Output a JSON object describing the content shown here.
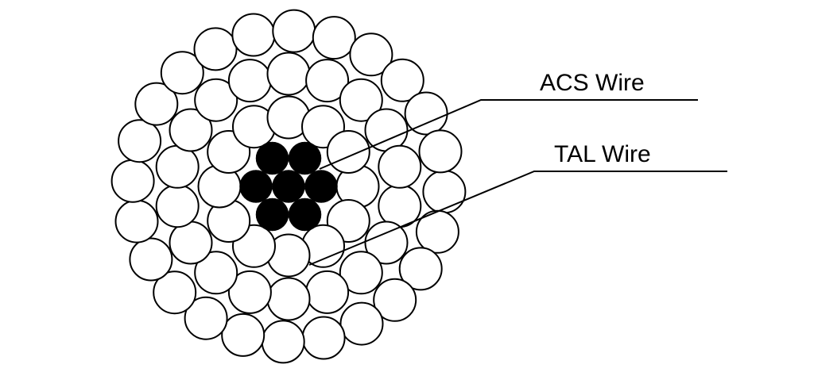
{
  "labels": {
    "acs": "ACS Wire",
    "tal": "TAL Wire"
  },
  "strands": {
    "core_acs_layers": [
      1,
      6
    ],
    "tal_layers": [
      12,
      18,
      24
    ]
  },
  "colors": {
    "acs_fill": "#000000",
    "tal_fill": "#ffffff",
    "stroke": "#000000"
  }
}
